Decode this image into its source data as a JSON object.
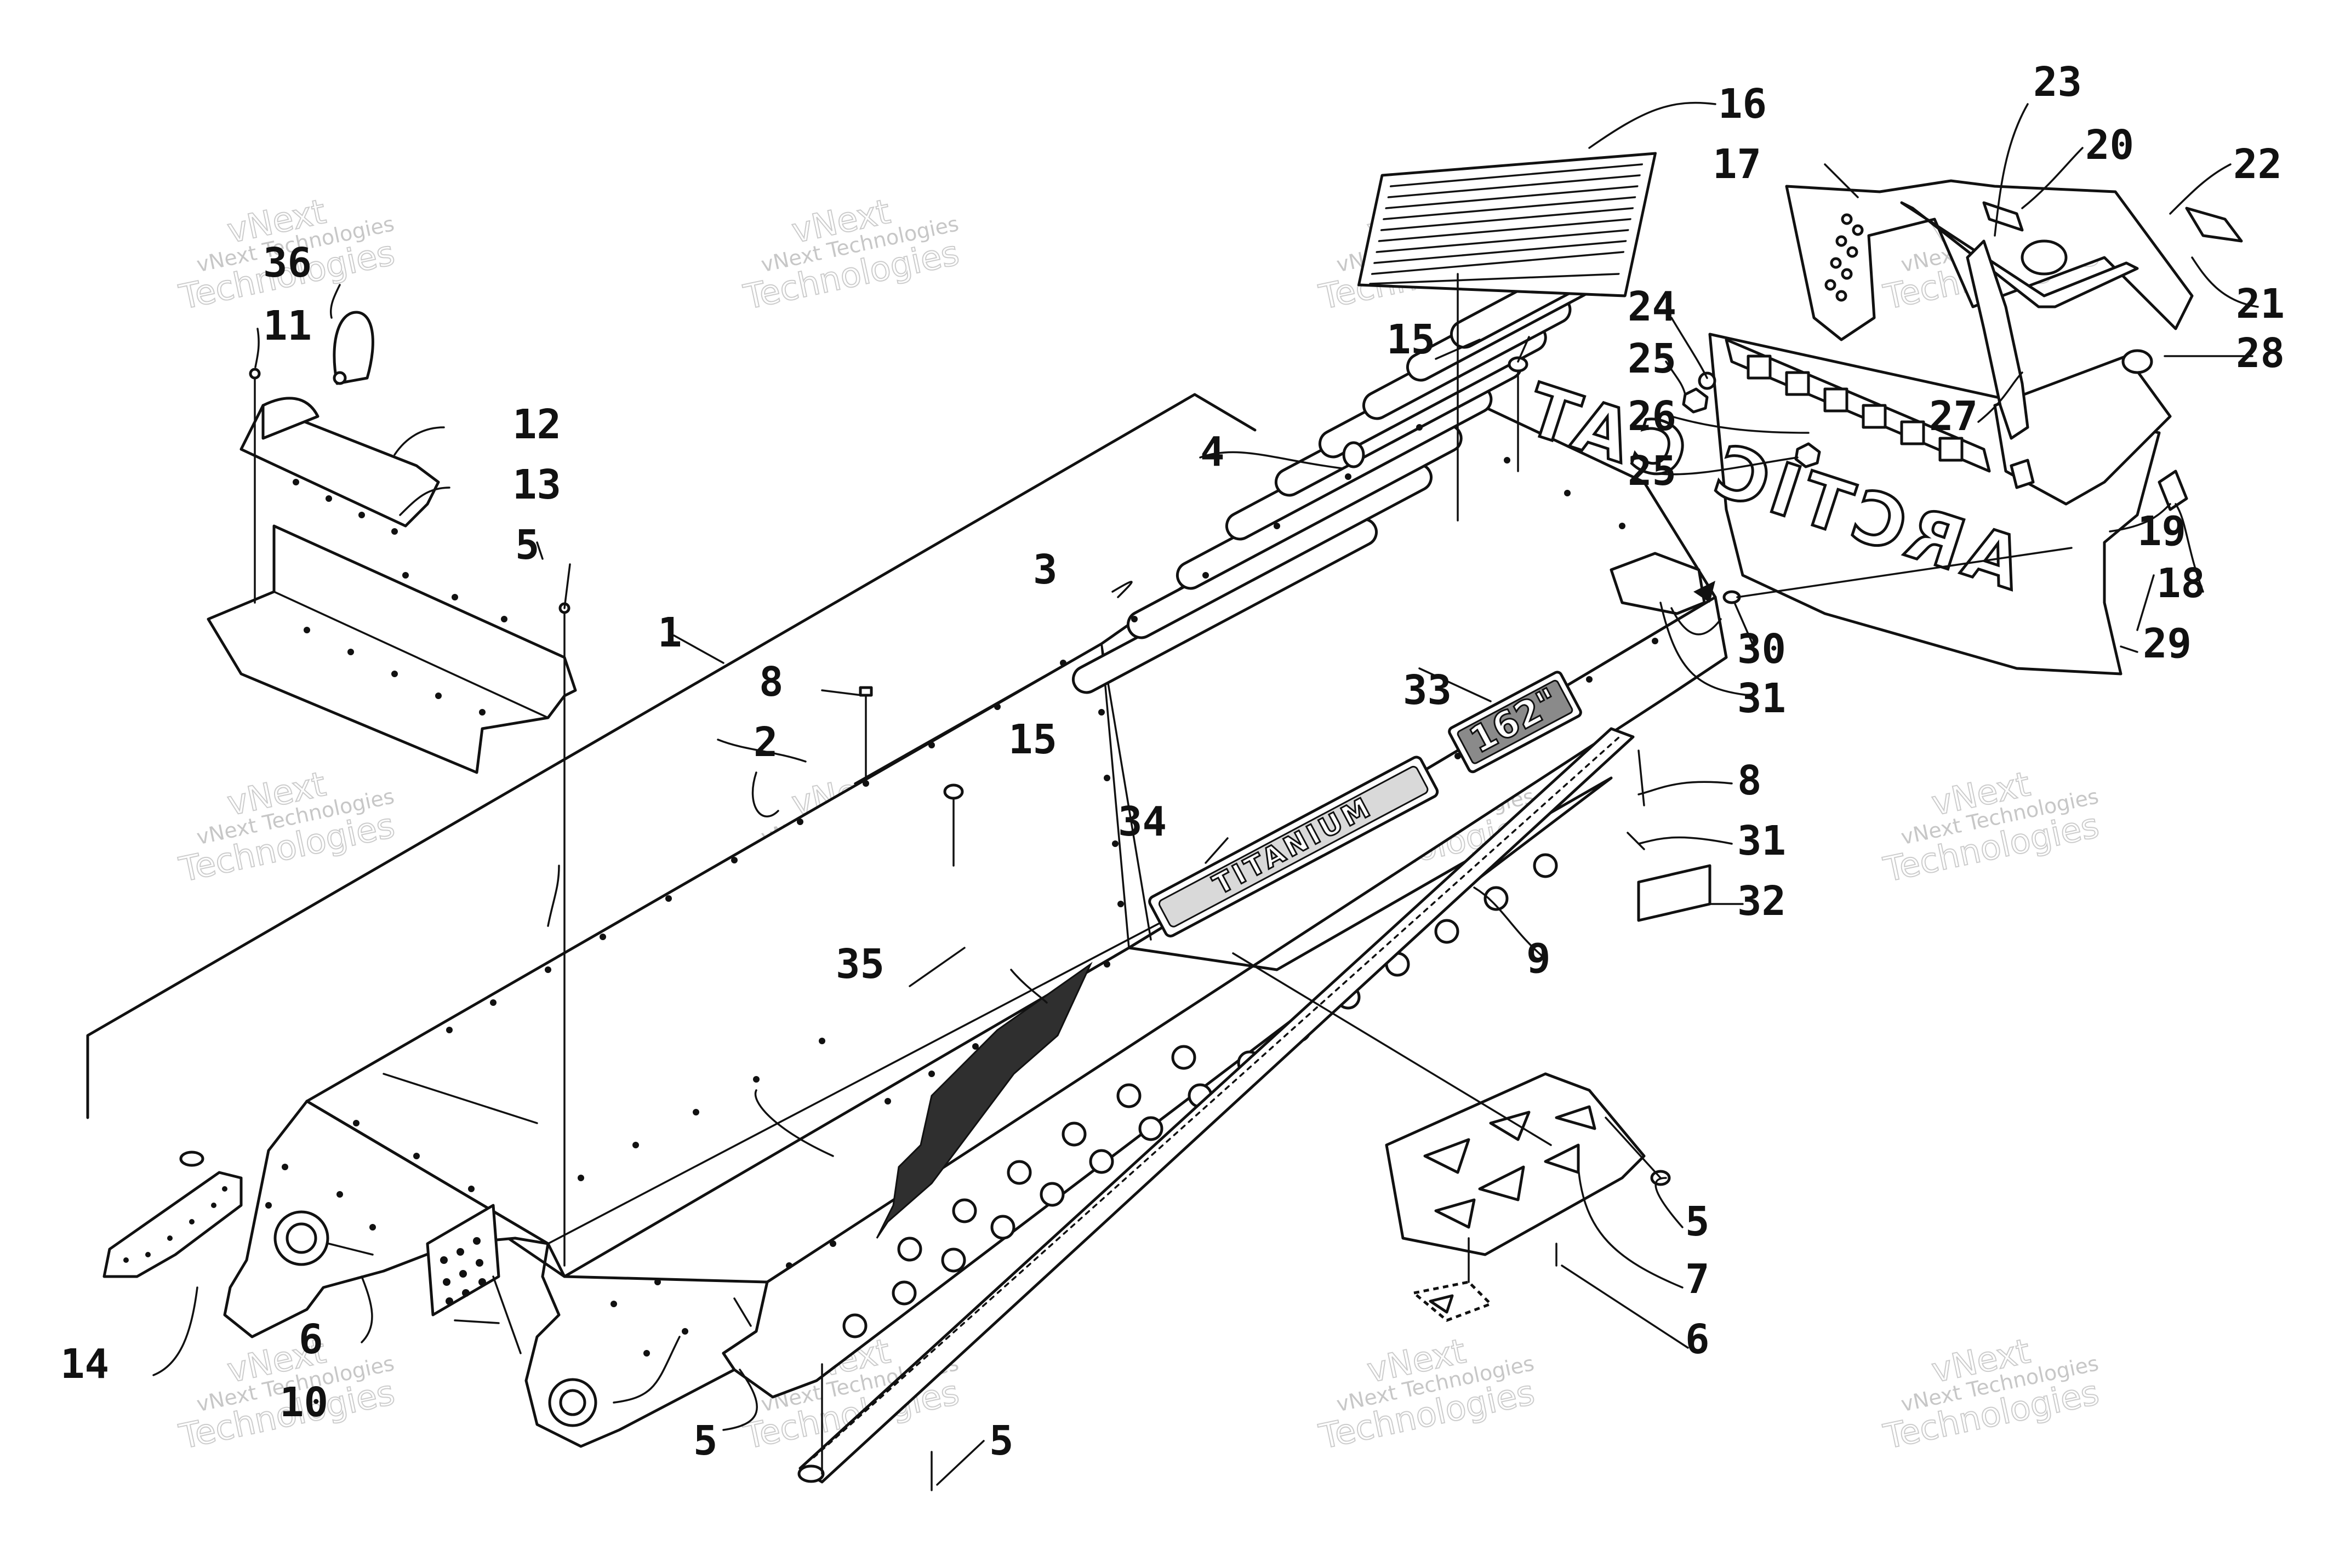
{
  "watermark": {
    "line1": "vNext Technologies",
    "line2": "Technologies",
    "line3": "vNext"
  },
  "decals": {
    "model": "TITANIUM",
    "size": "162\"",
    "brand": "ARCTIC CAT"
  },
  "callouts": [
    {
      "id": "c1",
      "label": "1"
    },
    {
      "id": "c2",
      "label": "2"
    },
    {
      "id": "c3",
      "label": "3"
    },
    {
      "id": "c4",
      "label": "4"
    },
    {
      "id": "c5a",
      "label": "5"
    },
    {
      "id": "c5b",
      "label": "5"
    },
    {
      "id": "c5c",
      "label": "5"
    },
    {
      "id": "c5d",
      "label": "5"
    },
    {
      "id": "c6a",
      "label": "6"
    },
    {
      "id": "c6b",
      "label": "6"
    },
    {
      "id": "c7",
      "label": "7"
    },
    {
      "id": "c8a",
      "label": "8"
    },
    {
      "id": "c8b",
      "label": "8"
    },
    {
      "id": "c9",
      "label": "9"
    },
    {
      "id": "c10",
      "label": "10"
    },
    {
      "id": "c11",
      "label": "11"
    },
    {
      "id": "c12",
      "label": "12"
    },
    {
      "id": "c13",
      "label": "13"
    },
    {
      "id": "c14",
      "label": "14"
    },
    {
      "id": "c15a",
      "label": "15"
    },
    {
      "id": "c15b",
      "label": "15"
    },
    {
      "id": "c16",
      "label": "16"
    },
    {
      "id": "c17",
      "label": "17"
    },
    {
      "id": "c18",
      "label": "18"
    },
    {
      "id": "c19",
      "label": "19"
    },
    {
      "id": "c20",
      "label": "20"
    },
    {
      "id": "c21",
      "label": "21"
    },
    {
      "id": "c22",
      "label": "22"
    },
    {
      "id": "c23",
      "label": "23"
    },
    {
      "id": "c24",
      "label": "24"
    },
    {
      "id": "c25a",
      "label": "25"
    },
    {
      "id": "c25b",
      "label": "25"
    },
    {
      "id": "c26",
      "label": "26"
    },
    {
      "id": "c27",
      "label": "27"
    },
    {
      "id": "c28",
      "label": "28"
    },
    {
      "id": "c29",
      "label": "29"
    },
    {
      "id": "c30",
      "label": "30"
    },
    {
      "id": "c31a",
      "label": "31"
    },
    {
      "id": "c31b",
      "label": "31"
    },
    {
      "id": "c32",
      "label": "32"
    },
    {
      "id": "c33",
      "label": "33"
    },
    {
      "id": "c34",
      "label": "34"
    },
    {
      "id": "c35",
      "label": "35"
    },
    {
      "id": "c36",
      "label": "36"
    }
  ]
}
